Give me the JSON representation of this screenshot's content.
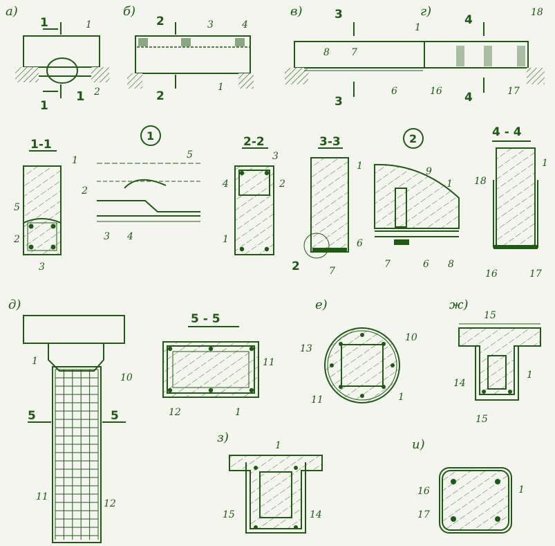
{
  "panels": {
    "a": "а)",
    "b": "б)",
    "v": "в)",
    "g": "г)",
    "d": "д)",
    "e": "е)",
    "zh": "ж)",
    "z": "з)",
    "i": "и)"
  },
  "details": {
    "d1": "1",
    "d2": "2"
  },
  "sections": {
    "s11": "1-1",
    "s22": "2-2",
    "s33": "3-3",
    "s44": "4 - 4",
    "s55": "5 - 5"
  },
  "cut_marks": {
    "c1": "1",
    "c2": "2",
    "c3": "3",
    "c4": "4",
    "c5": "5"
  },
  "labels": {
    "n1": "1",
    "n2": "2",
    "n3": "3",
    "n4": "4",
    "n5": "5",
    "n6": "6",
    "n7": "7",
    "n8": "8",
    "n9": "9",
    "n10": "10",
    "n11": "11",
    "n12": "12",
    "n13": "13",
    "n14": "14",
    "n15": "15",
    "n16": "16",
    "n17": "17",
    "n18": "18"
  },
  "colors": {
    "ink": "#1e5a14",
    "paper": "#f4f5ee",
    "hatch": "#3a7a2a"
  }
}
